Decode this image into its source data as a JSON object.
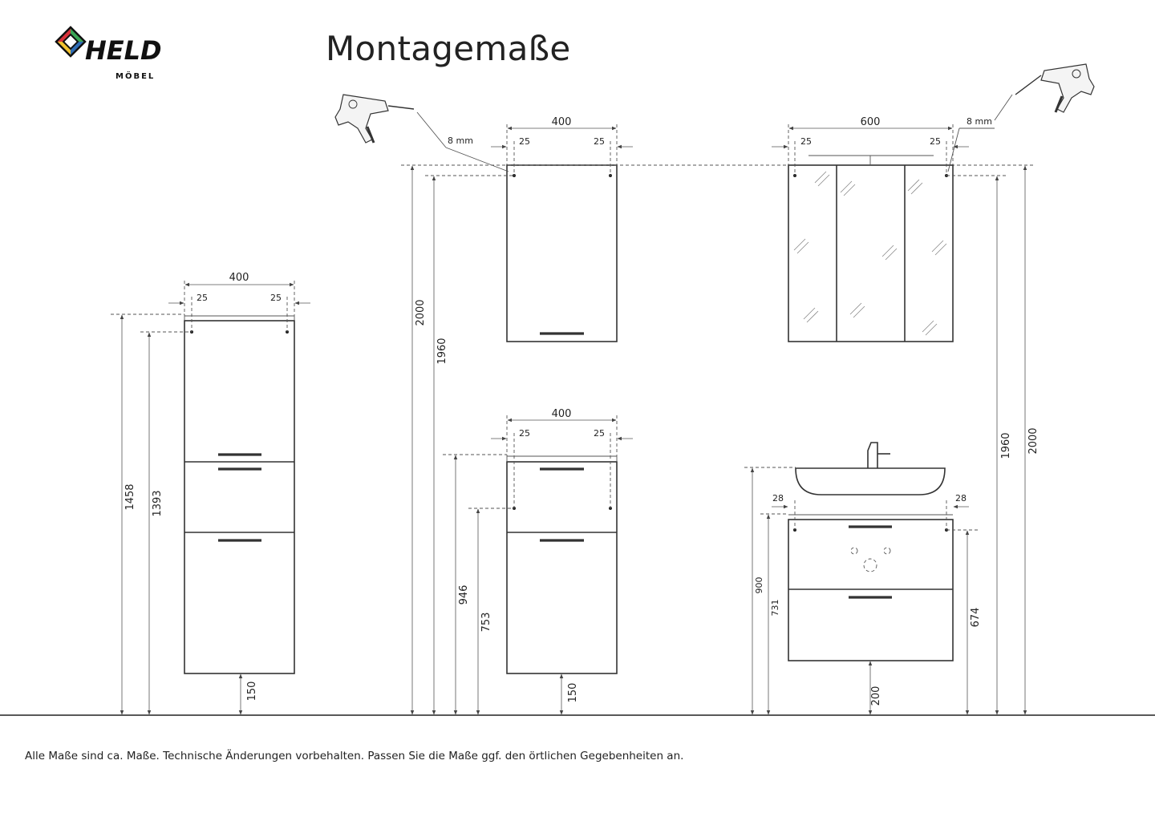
{
  "brand": {
    "name": "HELD",
    "sub": "MÖBEL"
  },
  "title": "Montagemaße",
  "footer": "Alle Maße sind ca. Maße. Technische Änderungen vorbehalten. Passen Sie die Maße ggf. den örtlichen Gegebenheiten an.",
  "colors": {
    "logo_red": "#d9323a",
    "logo_green": "#3aa655",
    "logo_blue": "#2f6db5",
    "logo_yellow": "#f2c230",
    "lines": "#333333"
  },
  "dims": {
    "tall": {
      "width": "400",
      "edge_left": "25",
      "edge_right": "25",
      "height_top": "1458",
      "height_holes": "1393",
      "floor": "150"
    },
    "wall": {
      "width": "400",
      "edge_left": "25",
      "edge_right": "25",
      "drill": "8 mm",
      "height_top": "2000",
      "height_holes": "1960"
    },
    "mirror": {
      "width": "600",
      "edge_left": "25",
      "edge_right": "25",
      "drill": "8 mm",
      "height_holes": "1960",
      "height_top": "2000"
    },
    "low": {
      "width": "400",
      "edge_left": "25",
      "edge_right": "25",
      "height_top": "946",
      "height_holes": "753",
      "floor": "150"
    },
    "vanity": {
      "edge_left": "28",
      "edge_right": "28",
      "height_basin": "900",
      "height_top": "731",
      "height_holes": "674",
      "floor": "200"
    }
  }
}
